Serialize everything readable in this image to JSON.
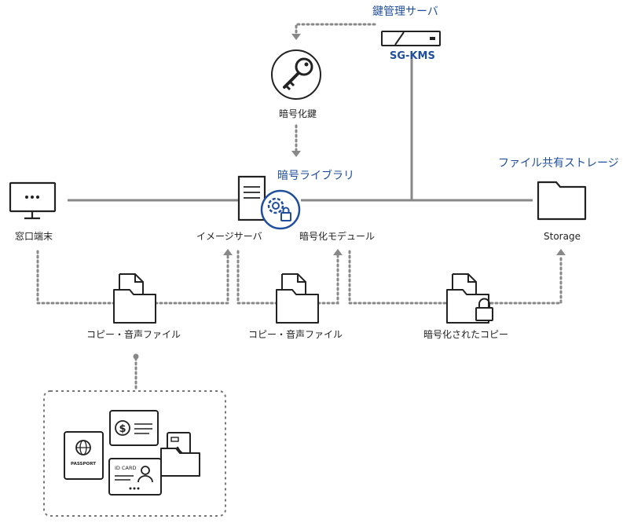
{
  "labels": {
    "kms_title": "鍵管理サーバ",
    "kms_name": "SG-KMS",
    "key_label": "暗号化鍵",
    "crypto_library": "暗号ライブラリ",
    "shared_storage": "ファイル共有ストレージ",
    "terminal": "窓口端末",
    "image_server": "イメージサーバ",
    "encryption_module": "暗号化モデュール",
    "storage": "Storage",
    "copy_file_1": "コピー・音声ファイル",
    "copy_file_2": "コピー・音声ファイル",
    "encrypted_copy": "暗号化されたコピー",
    "passport_text": "PASSPORT",
    "id_card_text": "ID CARD",
    "dollar_sign": "$"
  },
  "colors": {
    "accent_blue": "#1f4e9c",
    "line_gray": "#888888",
    "icon_dark": "#222222"
  },
  "icons": [
    "key-icon",
    "server-icon",
    "gear-lock-icon",
    "monitor-icon",
    "folder-icon",
    "file-folder-icon",
    "locked-folder-icon",
    "passport-icon",
    "check-icon",
    "id-card-icon",
    "phone-folder-icon"
  ]
}
